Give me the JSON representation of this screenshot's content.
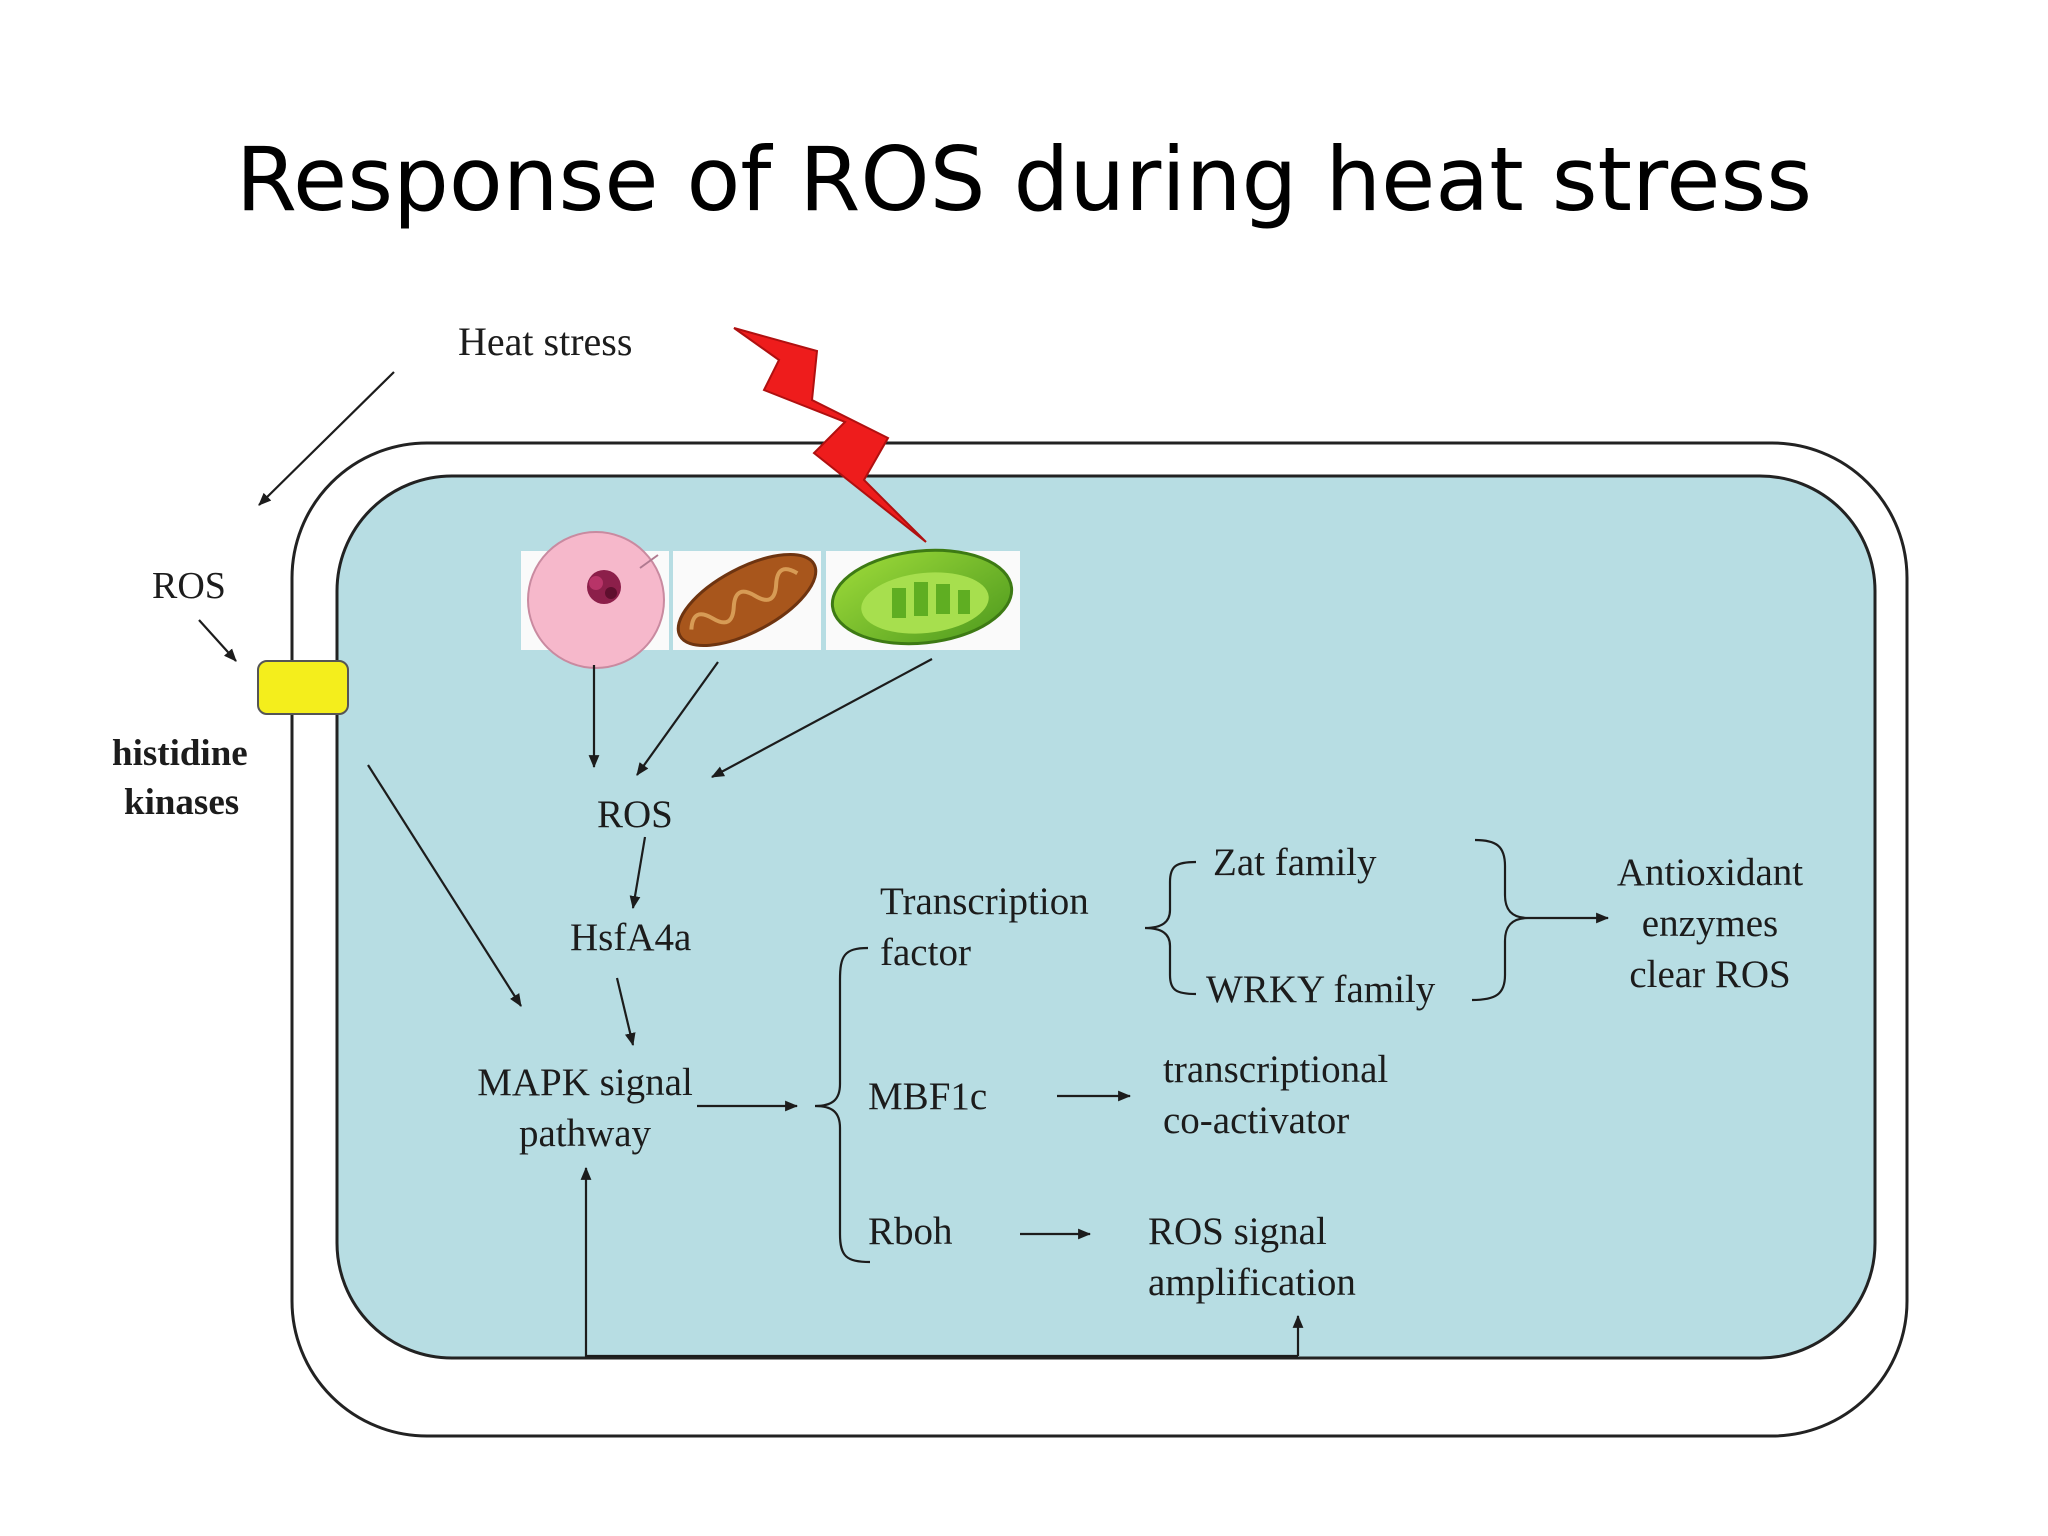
{
  "slide": {
    "title": "Response of ROS during heat stress"
  },
  "outside": {
    "heat_stress": "Heat stress",
    "ros": "ROS",
    "histidine": "histidine",
    "kinases": "kinases"
  },
  "cell": {
    "ros": "ROS",
    "hsfa4a": "HsfA4a",
    "mapk_line1": "MAPK signal",
    "mapk_line2": "pathway",
    "tf_line1": "Transcription",
    "tf_line2": "factor",
    "zat": "Zat family",
    "wrky": "WRKY family",
    "anti_line1": "Antioxidant",
    "anti_line2": "enzymes",
    "anti_line3": "clear ROS",
    "mbf1c": "MBF1c",
    "coact_line1": "transcriptional",
    "coact_line2": "co-activator",
    "rboh": "Rboh",
    "amp_line1": "ROS signal",
    "amp_line2": "amplification"
  },
  "colors": {
    "cytoplasm": "#b7dde3",
    "receptor": "#f4ee1c",
    "lightning": "#ee1c1c",
    "nucleus": "#f6b8cb",
    "mitochondrion": "#a8561c",
    "chloroplast": "#7cc42a"
  },
  "icons": [
    "nucleus-icon",
    "mitochondrion-icon",
    "chloroplast-icon",
    "lightning-icon"
  ]
}
